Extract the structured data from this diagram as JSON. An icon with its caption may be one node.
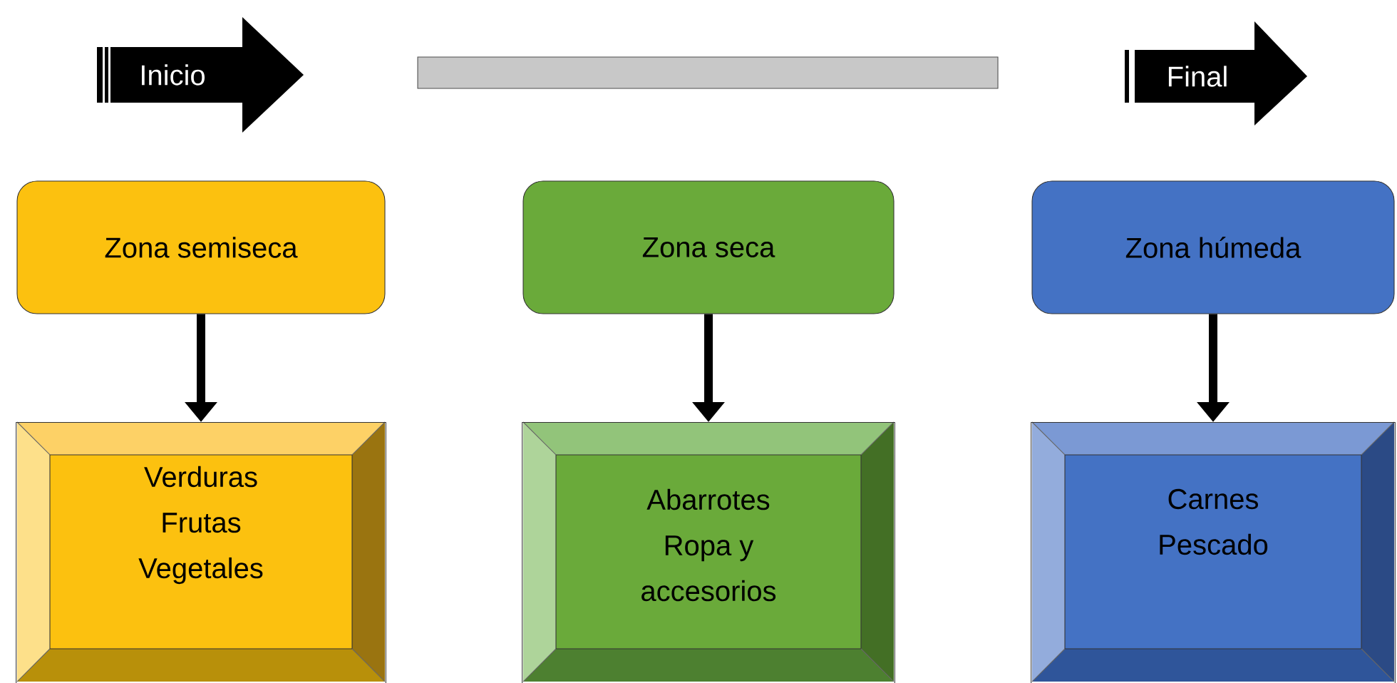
{
  "diagram": {
    "nodes": [
      {
        "text": [
          "Inicio"
        ]
      },
      {
        "text": [],
        "shape": "bar"
      },
      {
        "text": [
          "Final"
        ]
      },
      {
        "text": [
          "Zona semiseca"
        ]
      },
      {
        "text": [
          "Zona seca"
        ]
      },
      {
        "text": [
          "Zona húmeda"
        ]
      },
      {
        "text": [
          "Verduras",
          "Frutas",
          "Vegetales"
        ]
      },
      {
        "text": [
          "Abarrotes",
          "Ropa y accesorios"
        ]
      },
      {
        "text": [
          "Carnes",
          "Pescado"
        ]
      }
    ],
    "edges": [
      {
        "from": 3,
        "to": 6,
        "arrow": "to"
      },
      {
        "from": 4,
        "to": 7,
        "arrow": "to"
      },
      {
        "from": 5,
        "to": 8,
        "arrow": "to"
      }
    ]
  }
}
